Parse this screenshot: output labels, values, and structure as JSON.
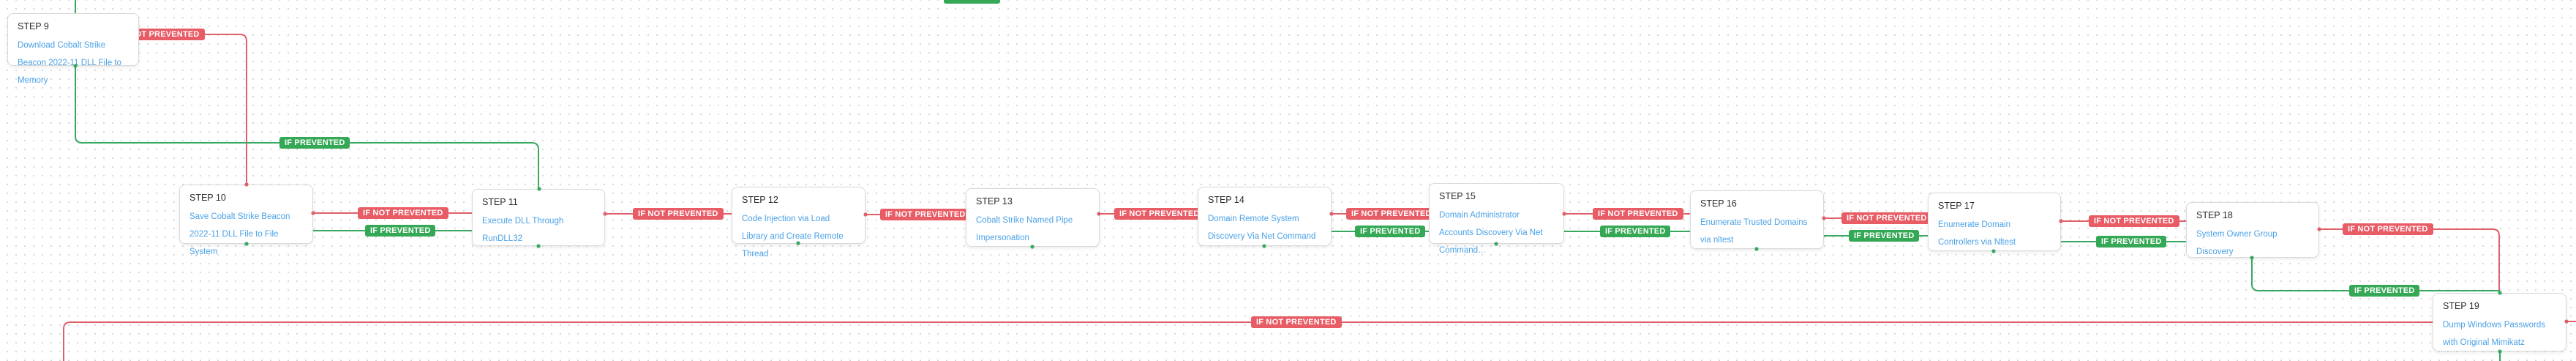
{
  "flow": {
    "steps": [
      {
        "step_label": "STEP 9",
        "action": "Download Cobalt Strike Beacon 2022-11 DLL File to Memory"
      },
      {
        "step_label": "STEP 10",
        "action": "Save Cobalt Strike Beacon 2022-11 DLL File to File System"
      },
      {
        "step_label": "STEP 11",
        "action": "Execute DLL Through RunDLL32"
      },
      {
        "step_label": "STEP 12",
        "action": "Code Injection via Load Library and Create Remote Thread"
      },
      {
        "step_label": "STEP 13",
        "action": "Cobalt Strike Named Pipe Impersonation"
      },
      {
        "step_label": "STEP 14",
        "action": "Domain Remote System Discovery Via Net Command"
      },
      {
        "step_label": "STEP 15",
        "action": "Domain Administrator Accounts Discovery Via Net Command…"
      },
      {
        "step_label": "STEP 16",
        "action": "Enumerate Trusted Domains via nltest"
      },
      {
        "step_label": "STEP 17",
        "action": "Enumerate Domain Controllers via Nltest"
      },
      {
        "step_label": "STEP 18",
        "action": "System Owner Group Discovery"
      },
      {
        "step_label": "STEP 19",
        "action": "Dump Windows Passwords with Original Mimikatz"
      }
    ],
    "edge_labels": {
      "if_not_prevented": "IF NOT PREVENTED",
      "if_prevented": "IF PREVENTED"
    },
    "colors": {
      "not_prevented_red_badge": "#e85c66",
      "not_prevented_red_line": "#e0606a",
      "prevented_green_badge": "#34a855",
      "prevented_green_line": "#38a860",
      "action_link_blue": "#4aa1e6",
      "step_title_text": "#2b2b2b",
      "card_border": "#d9d9d9",
      "grid_dot": "#d8d8d8"
    }
  }
}
